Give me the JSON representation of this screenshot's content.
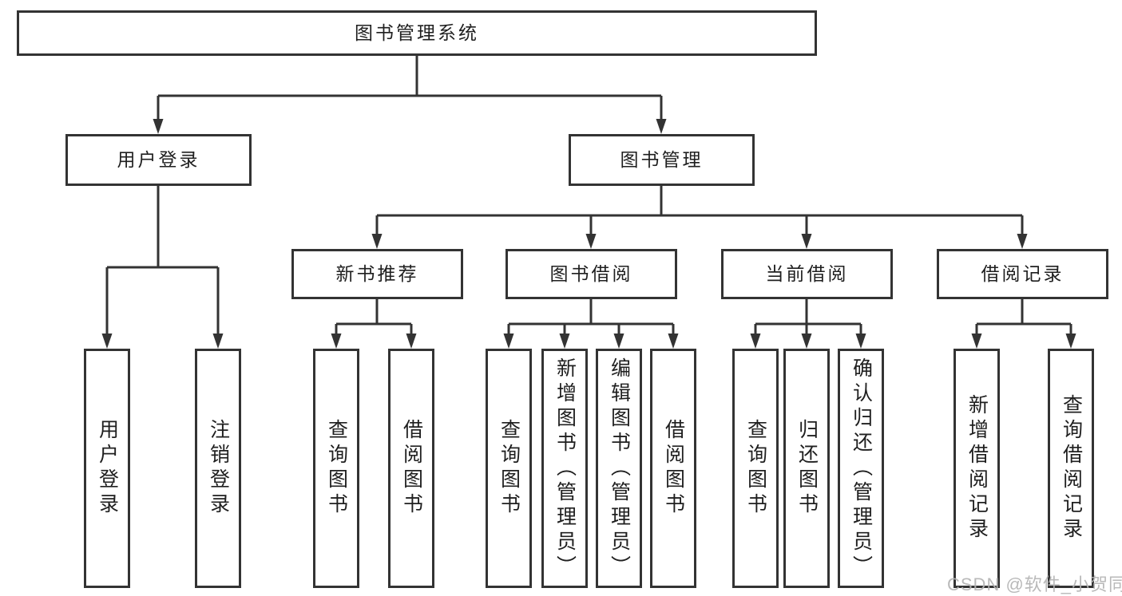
{
  "diagram_title": "图书管理系统",
  "tree": {
    "label": "图书管理系统",
    "children": [
      {
        "label": "用户登录",
        "children": [
          {
            "label": "用户登录"
          },
          {
            "label": "注销登录"
          }
        ]
      },
      {
        "label": "图书管理",
        "children": [
          {
            "label": "新书推荐",
            "children": [
              {
                "label": "查询图书"
              },
              {
                "label": "借阅图书"
              }
            ]
          },
          {
            "label": "图书借阅",
            "children": [
              {
                "label": "查询图书"
              },
              {
                "label": "新增图书（管理员）"
              },
              {
                "label": "编辑图书（管理员）"
              },
              {
                "label": "借阅图书"
              }
            ]
          },
          {
            "label": "当前借阅",
            "children": [
              {
                "label": "查询图书"
              },
              {
                "label": "归还图书"
              },
              {
                "label": "确认归还（管理员）"
              }
            ]
          },
          {
            "label": "借阅记录",
            "children": [
              {
                "label": "新增借阅记录"
              },
              {
                "label": "查询借阅记录"
              }
            ]
          }
        ]
      }
    ]
  },
  "watermark": "CSDN @软件_小贺同学",
  "colors": {
    "line": "#333333",
    "box_border": "#333333",
    "text": "#1f1f1f",
    "watermark": "#b4b4b4",
    "background": "#ffffff"
  }
}
